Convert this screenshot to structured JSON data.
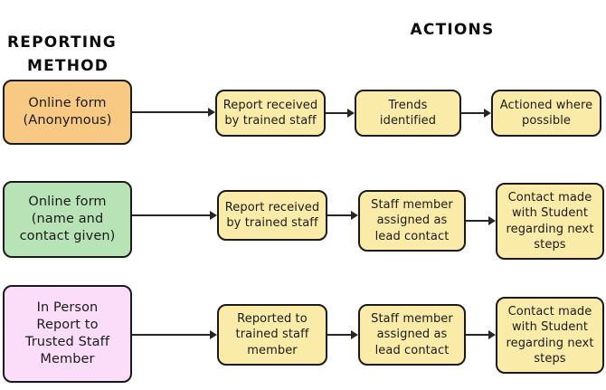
{
  "headings": {
    "reporting_method_line1": "REPORTING",
    "reporting_method_line2": "METHOD",
    "actions": "ACTIONS"
  },
  "colors": {
    "method_anonymous": "#F8C983",
    "method_named": "#B8E3B6",
    "method_in_person": "#FBDDF9",
    "action_box": "#FAEBA8",
    "outline": "#1A1A1A",
    "arrow": "#262626",
    "background": "#FFFFFF"
  },
  "rows": [
    {
      "method": "Online form\n(Anonymous)",
      "actions": [
        "Report received\nby trained staff",
        "Trends\nidentified",
        "Actioned where\npossible"
      ]
    },
    {
      "method": "Online form\n(name and\ncontact given)",
      "actions": [
        "Report received\nby trained staff",
        "Staff member\nassigned as\nlead contact",
        "Contact made\nwith Student\nregarding next\nsteps"
      ]
    },
    {
      "method": "In Person\nReport to\nTrusted Staff\nMember",
      "actions": [
        "Reported to\ntrained staff\nmember",
        "Staff member\nassigned as\nlead contact",
        "Contact made\nwith Student\nregarding next\nsteps"
      ]
    }
  ]
}
